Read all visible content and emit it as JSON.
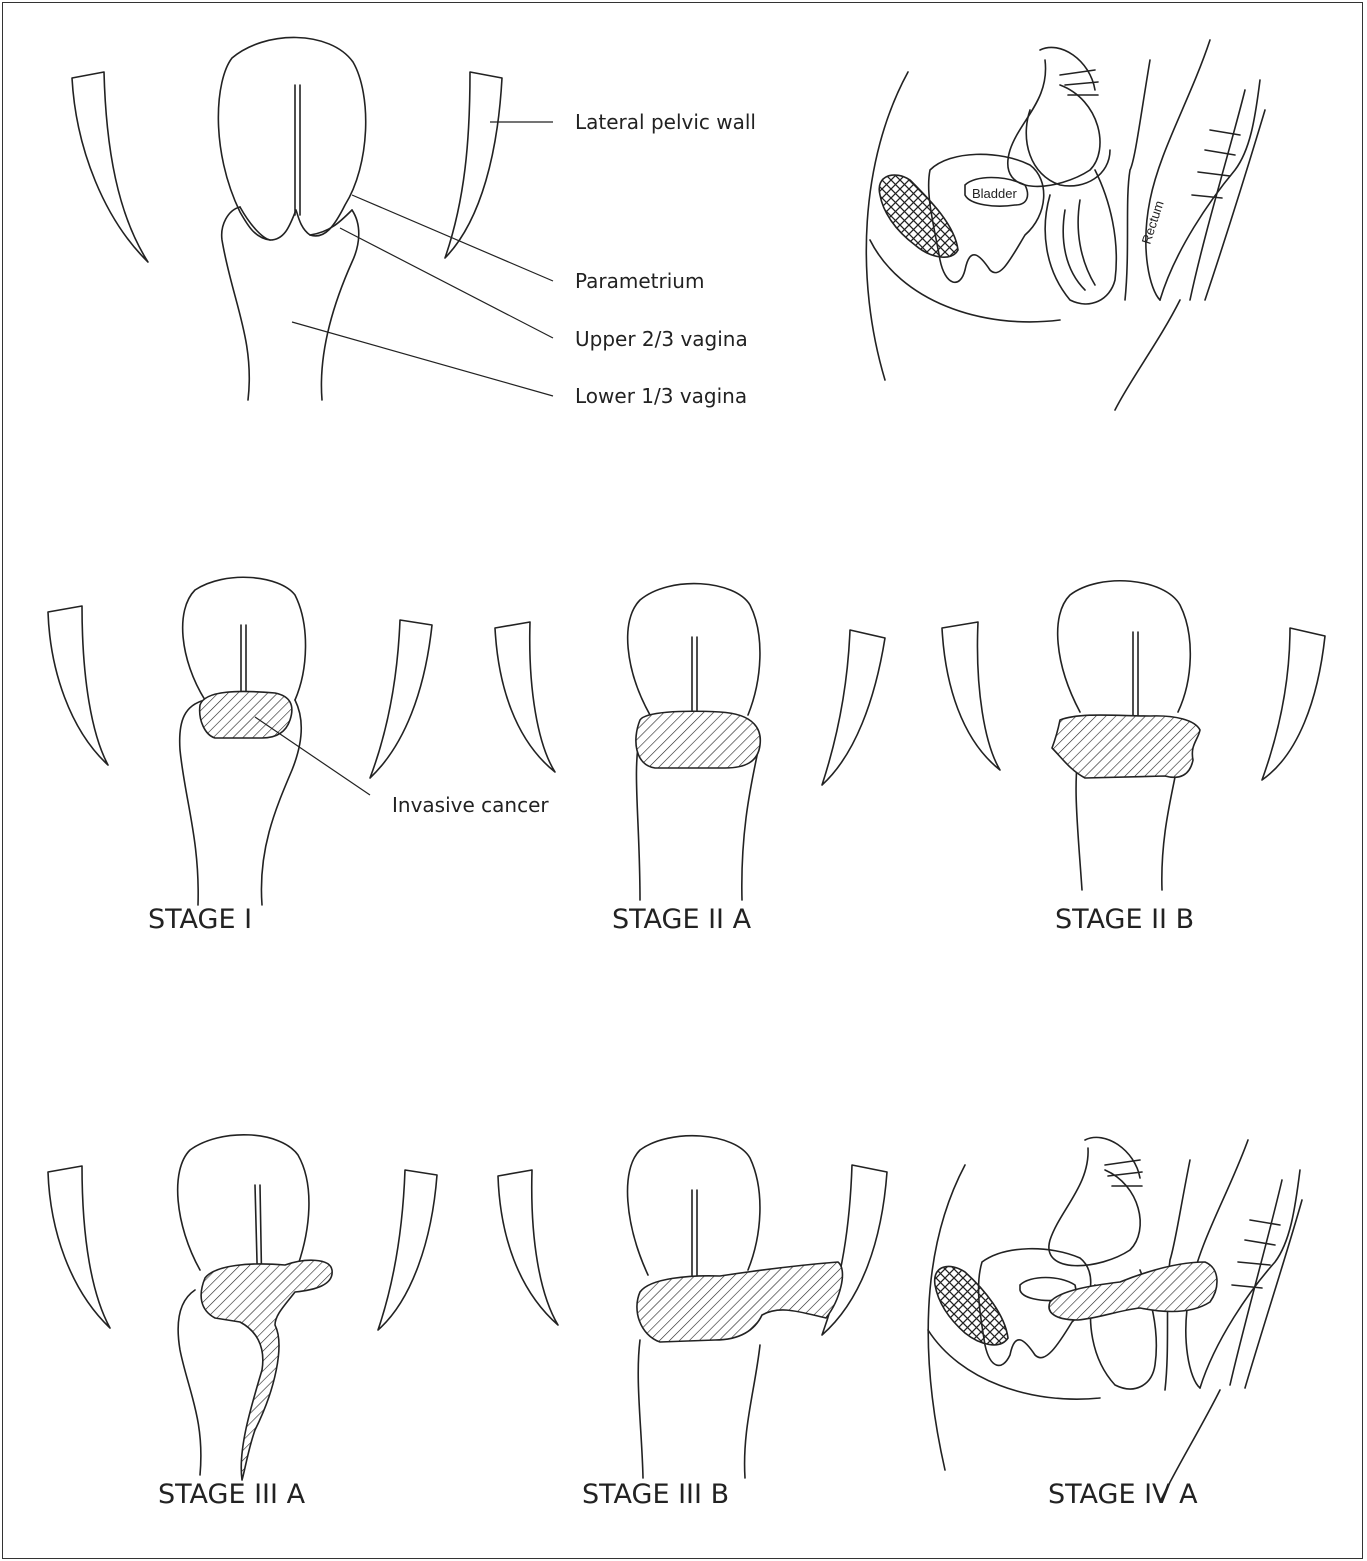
{
  "labels": {
    "lateral_pelvic_wall": "Lateral pelvic wall",
    "parametrium": "Parametrium",
    "upper_vagina": "Upper 2/3 vagina",
    "lower_vagina": "Lower 1/3 vagina",
    "bladder": "Bladder",
    "rectum": "Rectum",
    "invasive_cancer": "Invasive cancer"
  },
  "stages": [
    "STAGE I",
    "STAGE II A",
    "STAGE II B",
    "STAGE III A",
    "STAGE III B",
    "STAGE IV A"
  ]
}
